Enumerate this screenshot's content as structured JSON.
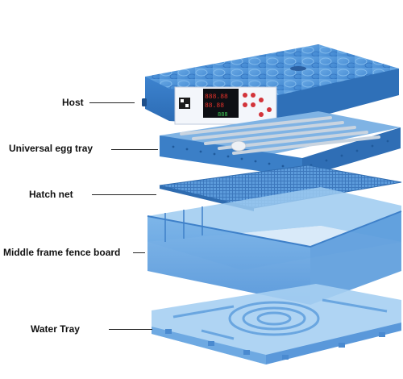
{
  "labels": {
    "host": "Host",
    "universal_egg_tray": "Universal egg tray",
    "hatch_net": "Hatch net",
    "middle_frame": "Middle frame fence board",
    "water_tray": "Water Tray"
  },
  "display": {
    "temperature_readout": "888.88",
    "humidity_readout": "88.88",
    "count_readout": "888"
  },
  "colors": {
    "plastic_blue": "#4a8fd6",
    "plastic_blue_dark": "#2d6cb4",
    "translucent_blue": "#8cc0ec",
    "display_red": "#e8322b",
    "display_green": "#41d35a",
    "leader_line": "#222222",
    "label_text": "#111111"
  }
}
